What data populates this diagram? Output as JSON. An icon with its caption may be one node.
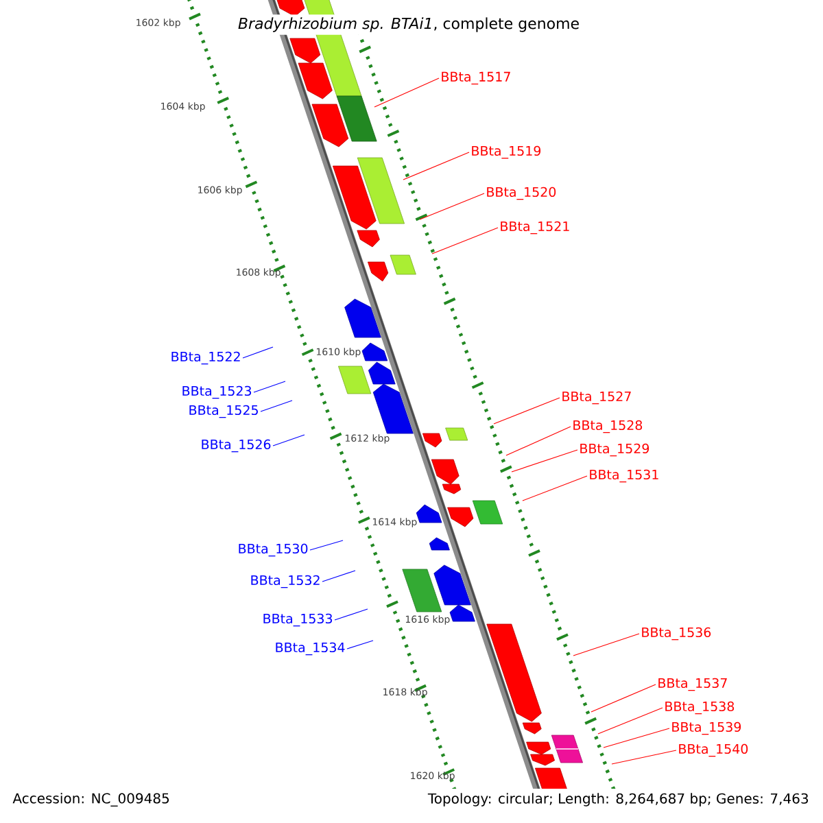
{
  "diagram": {
    "title": "*Bradyrhizobium sp. BTAi1*, complete genome",
    "nodes": [
      {
        "text": [
          "BBta_1517"
        ]
      },
      {
        "text": [
          "BBta_1519"
        ]
      },
      {
        "text": [
          "BBta_1520"
        ]
      },
      {
        "text": [
          "BBta_1521"
        ]
      },
      {
        "text": [
          "BBta_1522"
        ]
      },
      {
        "text": [
          "BBta_1523"
        ]
      },
      {
        "text": [
          "BBta_1527"
        ]
      },
      {
        "text": [
          "BBta_1525"
        ]
      },
      {
        "text": [
          "BBta_1528"
        ]
      },
      {
        "text": [
          "BBta_1526"
        ]
      },
      {
        "text": [
          "BBta_1529"
        ]
      },
      {
        "text": [
          "BBta_1531"
        ]
      },
      {
        "text": [
          "BBta_1530"
        ]
      },
      {
        "text": [
          "BBta_1532"
        ]
      },
      {
        "text": [
          "BBta_1533"
        ]
      },
      {
        "text": [
          "BBta_1536"
        ]
      },
      {
        "text": [
          "BBta_1534"
        ]
      },
      {
        "text": [
          "BBta_1537"
        ]
      },
      {
        "text": [
          "BBta_1538"
        ]
      },
      {
        "text": [
          "BBta_1539"
        ]
      },
      {
        "text": [
          "BBta_1540"
        ]
      }
    ],
    "edges": [
      {
        "from": 0,
        "to": null,
        "arrow": "none"
      },
      {
        "from": 1,
        "to": null,
        "arrow": "none"
      },
      {
        "from": 2,
        "to": null,
        "arrow": "none"
      },
      {
        "from": 3,
        "to": null,
        "arrow": "none"
      },
      {
        "from": 4,
        "to": null,
        "arrow": "none",
        "color": "#0000ff"
      },
      {
        "from": 5,
        "to": null,
        "arrow": "none",
        "color": "#0000ff"
      },
      {
        "from": 6,
        "to": null,
        "arrow": "none"
      },
      {
        "from": 7,
        "to": null,
        "arrow": "none",
        "color": "#0000ff"
      },
      {
        "from": 8,
        "to": null,
        "arrow": "none"
      },
      {
        "from": 9,
        "to": null,
        "arrow": "none",
        "color": "#0000ff"
      },
      {
        "from": 10,
        "to": null,
        "arrow": "none"
      },
      {
        "from": 11,
        "to": null,
        "arrow": "none"
      },
      {
        "from": 12,
        "to": null,
        "arrow": "none",
        "color": "#0000ff"
      },
      {
        "from": 13,
        "to": null,
        "arrow": "none",
        "color": "#0000ff"
      },
      {
        "from": 14,
        "to": null,
        "arrow": "none",
        "color": "#0000ff"
      },
      {
        "from": 15,
        "to": null,
        "arrow": "none"
      },
      {
        "from": 16,
        "to": null,
        "arrow": "none",
        "color": "#0000ff"
      },
      {
        "from": 17,
        "to": null,
        "arrow": "none"
      },
      {
        "from": 18,
        "to": null,
        "arrow": "none"
      },
      {
        "from": 19,
        "to": null,
        "arrow": "none"
      },
      {
        "from": 20,
        "to": null,
        "arrow": "none"
      }
    ],
    "labels": [
      "1602 kbp",
      "1604 kbp",
      "1606 kbp",
      "1608 kbp",
      "1610 kbp",
      "1612 kbp",
      "1614 kbp",
      "1616 kbp",
      "1618 kbp",
      "1620 kbp",
      "Accession: NC_009485",
      "Topology: circular; Length: 8,264,687 bp; Genes: 7,463"
    ]
  }
}
